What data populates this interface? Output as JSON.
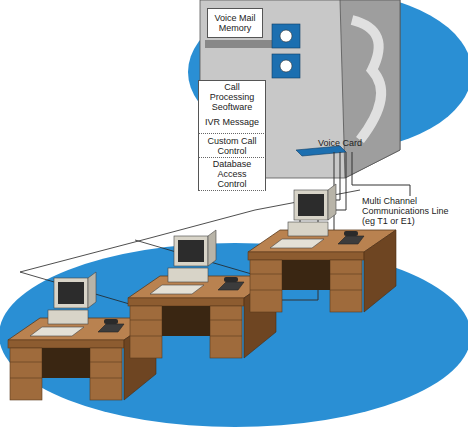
{
  "diagram": {
    "nodes": [
      {
        "text": [
          "Voice Mail Memory"
        ]
      },
      {
        "text": [
          "Call Processing Seoftware"
        ]
      },
      {
        "text": [
          "IVR Message"
        ]
      },
      {
        "text": [
          "Custom Call Control"
        ]
      },
      {
        "text": [
          "Database Access Control"
        ]
      }
    ],
    "labels": [
      "Voice Card",
      "Multi Channel Communications Line (eg T1 or E1)"
    ]
  }
}
